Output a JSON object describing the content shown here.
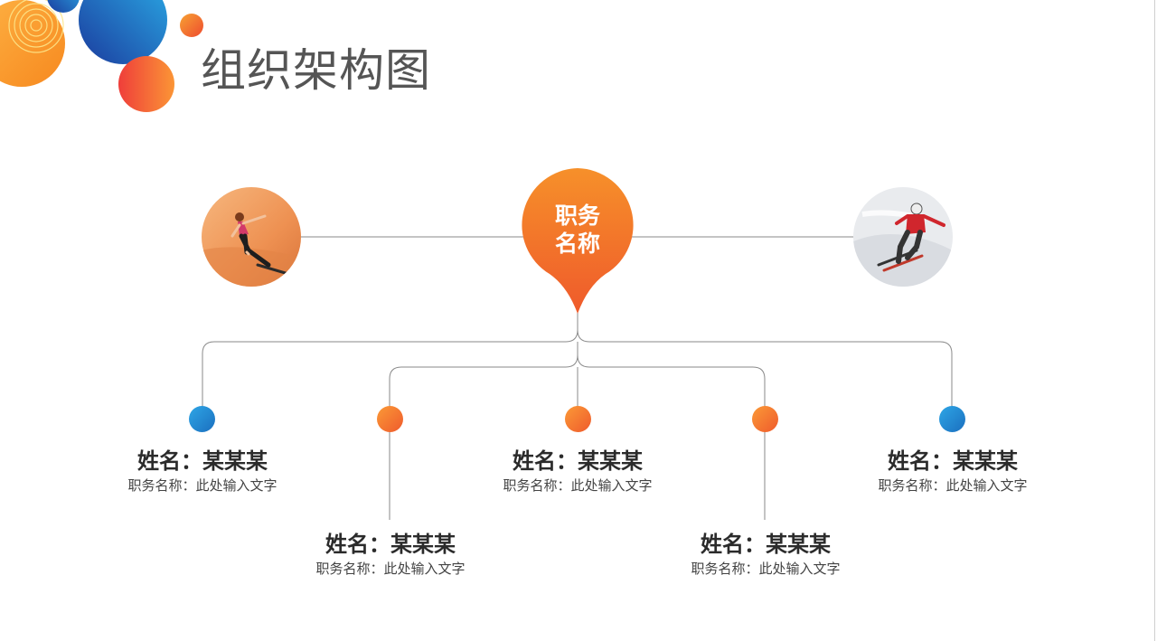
{
  "slide": {
    "title": "组织架构图"
  },
  "center": {
    "line1": "职务",
    "line2": "名称"
  },
  "colors": {
    "orange_light": "#fb9a37",
    "orange_dark": "#ef5a2c",
    "blue_light": "#2ea6e6",
    "blue_dark": "#1b3c9e",
    "connector": "#8a8a8a"
  },
  "photos": {
    "left": {
      "icon": "sandboarder-photo"
    },
    "right": {
      "icon": "skier-photo"
    }
  },
  "members": [
    {
      "name": "姓名：某某某",
      "role": "职务名称：此处输入文字",
      "dot": "blue"
    },
    {
      "name": "姓名：某某某",
      "role": "职务名称：此处输入文字",
      "dot": "orange"
    },
    {
      "name": "姓名：某某某",
      "role": "职务名称：此处输入文字",
      "dot": "orange"
    },
    {
      "name": "姓名：某某某",
      "role": "职务名称：此处输入文字",
      "dot": "orange"
    },
    {
      "name": "姓名：某某某",
      "role": "职务名称：此处输入文字",
      "dot": "blue"
    }
  ]
}
